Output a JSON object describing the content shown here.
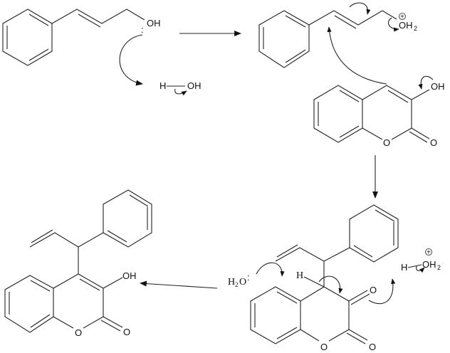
{
  "title": "Mechanism: acid-catalysed coupling of cinnamyl alcohol with 3-hydroxycoumarin",
  "labels": {
    "oh": "OH",
    "h": "H",
    "o": "O",
    "oh2_o": "OH",
    "sub2": "2",
    "plus": "+",
    "h2o_h": "H",
    "h2o_o": "O",
    "lone_pair": ":"
  },
  "colors": {
    "ink": "#222222",
    "background": "#ffffff"
  }
}
